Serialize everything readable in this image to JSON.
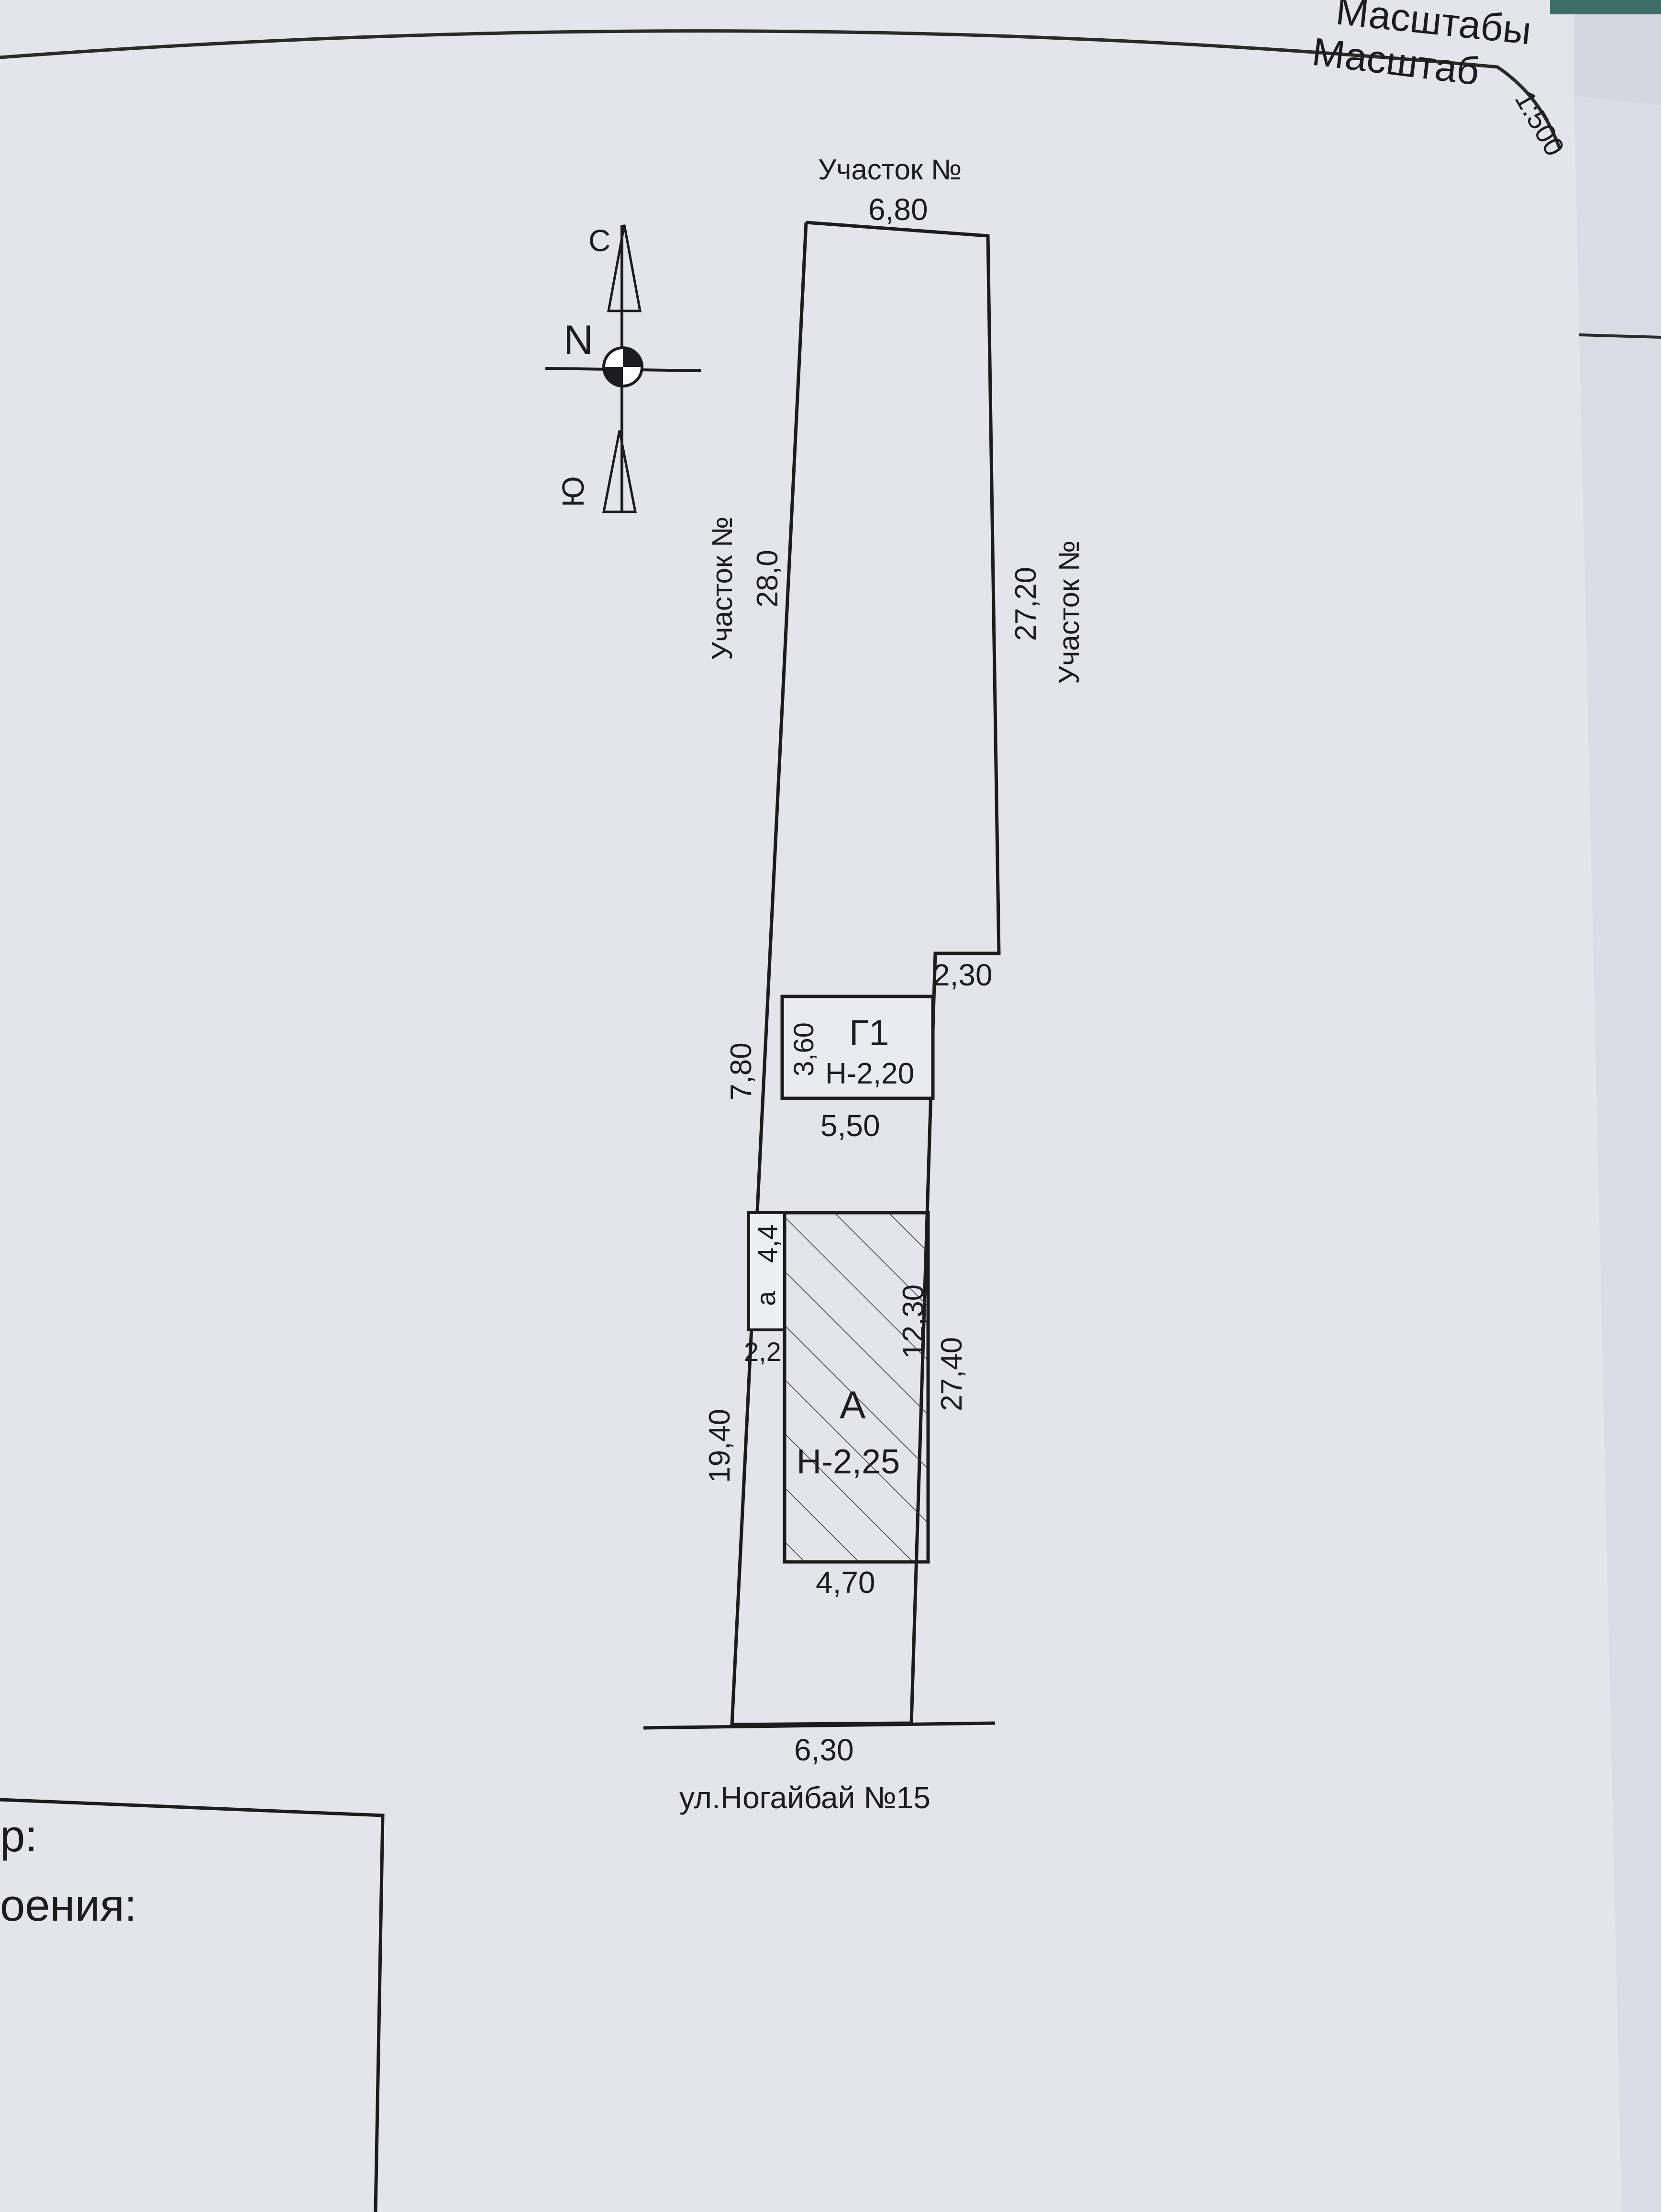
{
  "header": {
    "top_word": "Масштабы",
    "scale_label": "Масштаб",
    "scale_value": "1:500"
  },
  "compass": {
    "north_letter": "С",
    "south_letter": "Ю",
    "n_letter": "N"
  },
  "plot": {
    "top_neighbor": "Участок №",
    "left_neighbor": "Участок №",
    "right_neighbor": "Участок №",
    "street": "ул.Ногайбай №15",
    "dims": {
      "top": "6,80",
      "left_upper": "28,0",
      "right_upper": "27,20",
      "step": "2,30",
      "left_middle": "7,80",
      "left_lower": "19,40",
      "right_lower": "27,40",
      "bottom": "6,30"
    }
  },
  "garage": {
    "label": "Г1",
    "height": "Н-2,20",
    "side": "3,60",
    "width": "5,50"
  },
  "house": {
    "label": "А",
    "height": "Н-2,25",
    "length": "12,30",
    "width": "4,70"
  },
  "annex": {
    "label": "а",
    "length": "4,4",
    "width": "2,2"
  },
  "side_box": {
    "line1": "р:",
    "line2": "оения:"
  }
}
